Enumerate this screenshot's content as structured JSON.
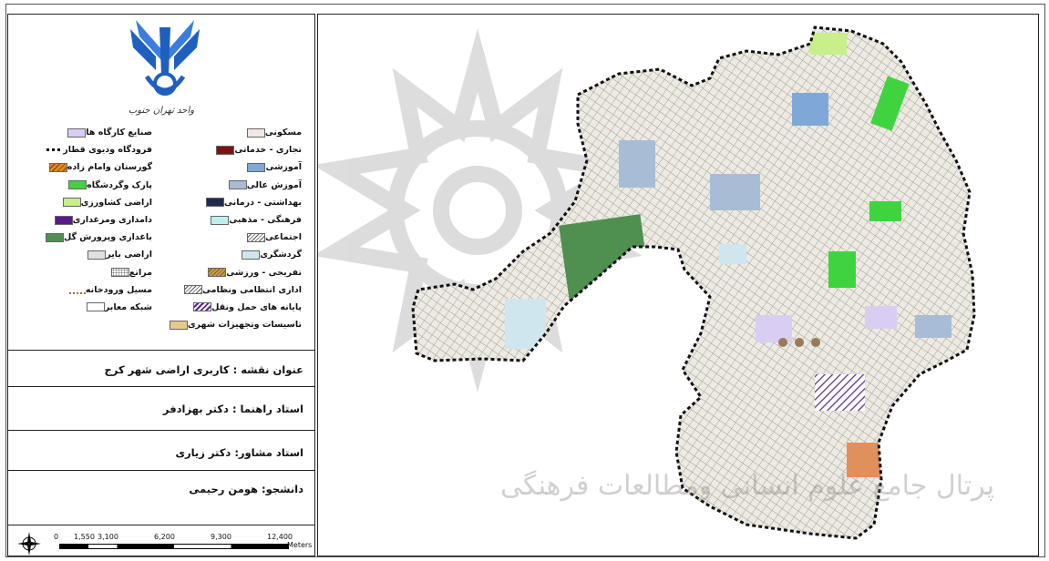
{
  "logo": {
    "caption": "واحد تهران جنوب",
    "colors": [
      "#1f5fbf",
      "#3b7ddd"
    ]
  },
  "legend": {
    "right": [
      {
        "label": "مسکونی",
        "color": "#f2e6e6"
      },
      {
        "label": "تجاری - خدماتی",
        "color": "#7a1414"
      },
      {
        "label": "آموزشی",
        "color": "#7fa8d6"
      },
      {
        "label": "آموزش عالی",
        "color": "#a9bcd6"
      },
      {
        "label": "بهداشتی - درمانی",
        "color": "#1e2a4f"
      },
      {
        "label": "فرهنگی - مذهبی",
        "color": "#bfeeee"
      },
      {
        "label": "اجتماعی",
        "color": "#ffffff",
        "pattern": "hatch"
      },
      {
        "label": "گردشگری",
        "color": "#cfe6ef"
      },
      {
        "label": "تفریحی - ورزشی",
        "color": "#c8a04a",
        "pattern": "hatch-gold"
      },
      {
        "label": "اداری انتظامی ونظامی",
        "color": "#ffffff",
        "pattern": "hatch"
      },
      {
        "label": "پایانه های حمل ونقل",
        "color": "#5a2a8a",
        "pattern": "hatch-purple"
      },
      {
        "label": "تاسیسات وتجهیزات شهری",
        "color": "#e8c98a"
      }
    ],
    "left": [
      {
        "label": "صنایع کارگاه ها",
        "color": "#d9cdf2"
      },
      {
        "label": "فرودگاه ودیوی قطار",
        "color": "#ffffff",
        "pattern": "dash"
      },
      {
        "label": "گورستان وامام زاده",
        "color": "#e08a2a",
        "pattern": "hatch-orange"
      },
      {
        "label": "پارک وگردشگاه",
        "color": "#3fd43f"
      },
      {
        "label": "اراضی کشاورزی",
        "color": "#c8ef8a"
      },
      {
        "label": "دامداری ومرغداری",
        "color": "#5a1a8a"
      },
      {
        "label": "باغداری وپرورش گل",
        "color": "#4f8f4f"
      },
      {
        "label": "اراضی بایر",
        "color": "#e0e0e0"
      },
      {
        "label": "مراتع",
        "color": "#ffffff",
        "pattern": "dots"
      },
      {
        "label": "مسیل ورودخانه",
        "color": "#ffffff",
        "pattern": "river"
      },
      {
        "label": "شبکه معابر",
        "color": "#ffffff"
      }
    ]
  },
  "info": {
    "title": "عنوان نقشه : کاربری اراضی شهر کرج",
    "advisor": "استاد راهنما : دکتر بهزادفر",
    "consultant": "استاد مشاور: دکتر زیاری",
    "student": "دانشجو: هومن رحیمی"
  },
  "scale": {
    "ticks": [
      "0",
      "1,550",
      "3,100",
      "6,200",
      "9,300",
      "12,400"
    ],
    "units": "Meters"
  },
  "watermark": "پرتال جامع علوم انسانی ومطالعات فرهنگی"
}
